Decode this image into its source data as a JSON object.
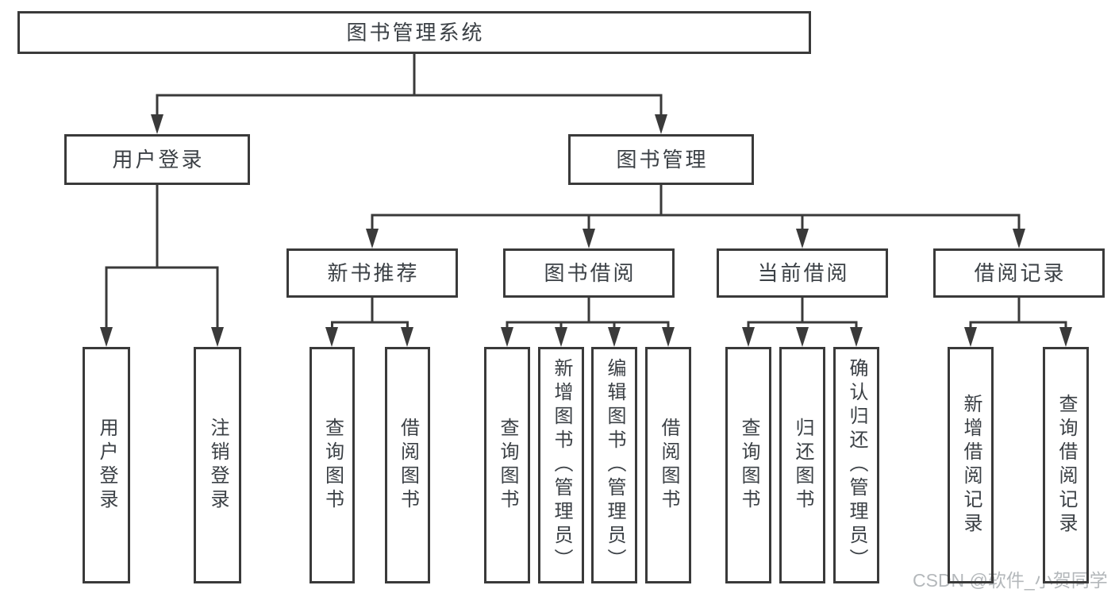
{
  "colors": {
    "line": "#3a3a3a",
    "text": "#3b4045",
    "watermark": "#b4b8bb",
    "background": "#ffffff"
  },
  "watermark": {
    "text": "CSDN @软件_小贺同学"
  },
  "diagram": {
    "type": "hierarchy-tree",
    "root": {
      "label": "图书管理系统"
    },
    "level2": [
      {
        "label": "用户登录"
      },
      {
        "label": "图书管理"
      }
    ],
    "level3": [
      {
        "label": "新书推荐",
        "parent": "图书管理"
      },
      {
        "label": "图书借阅",
        "parent": "图书管理"
      },
      {
        "label": "当前借阅",
        "parent": "图书管理"
      },
      {
        "label": "借阅记录",
        "parent": "图书管理"
      }
    ],
    "leaves": [
      {
        "label": "用户登录",
        "parent": "用户登录"
      },
      {
        "label": "注销登录",
        "parent": "用户登录"
      },
      {
        "label": "查询图书",
        "parent": "新书推荐"
      },
      {
        "label": "借阅图书",
        "parent": "新书推荐"
      },
      {
        "label": "查询图书",
        "parent": "图书借阅"
      },
      {
        "label": "新增图书（管理员）",
        "parent": "图书借阅"
      },
      {
        "label": "编辑图书（管理员）",
        "parent": "图书借阅"
      },
      {
        "label": "借阅图书",
        "parent": "图书借阅"
      },
      {
        "label": "查询图书",
        "parent": "当前借阅"
      },
      {
        "label": "归还图书",
        "parent": "当前借阅"
      },
      {
        "label": "确认归还（管理员）",
        "parent": "当前借阅"
      },
      {
        "label": "新增借阅记录",
        "parent": "借阅记录"
      },
      {
        "label": "查询借阅记录",
        "parent": "借阅记录"
      }
    ]
  }
}
